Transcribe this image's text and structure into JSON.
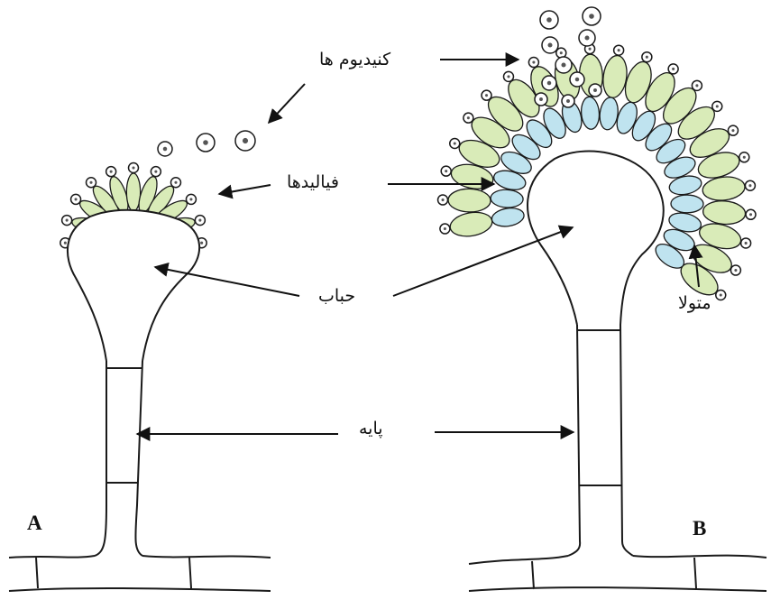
{
  "labels": {
    "conidia": "کنیدیوم ها",
    "phialides": "فیالیدها",
    "vesicle": "حباب",
    "metulae": "متولا",
    "stipe": "پایه"
  },
  "panels": {
    "left": "A",
    "right": "B"
  },
  "colors": {
    "phialide_fill": "#d9ebb8",
    "metula_fill": "#bfe3ef",
    "outline": "#1a1a1a"
  }
}
